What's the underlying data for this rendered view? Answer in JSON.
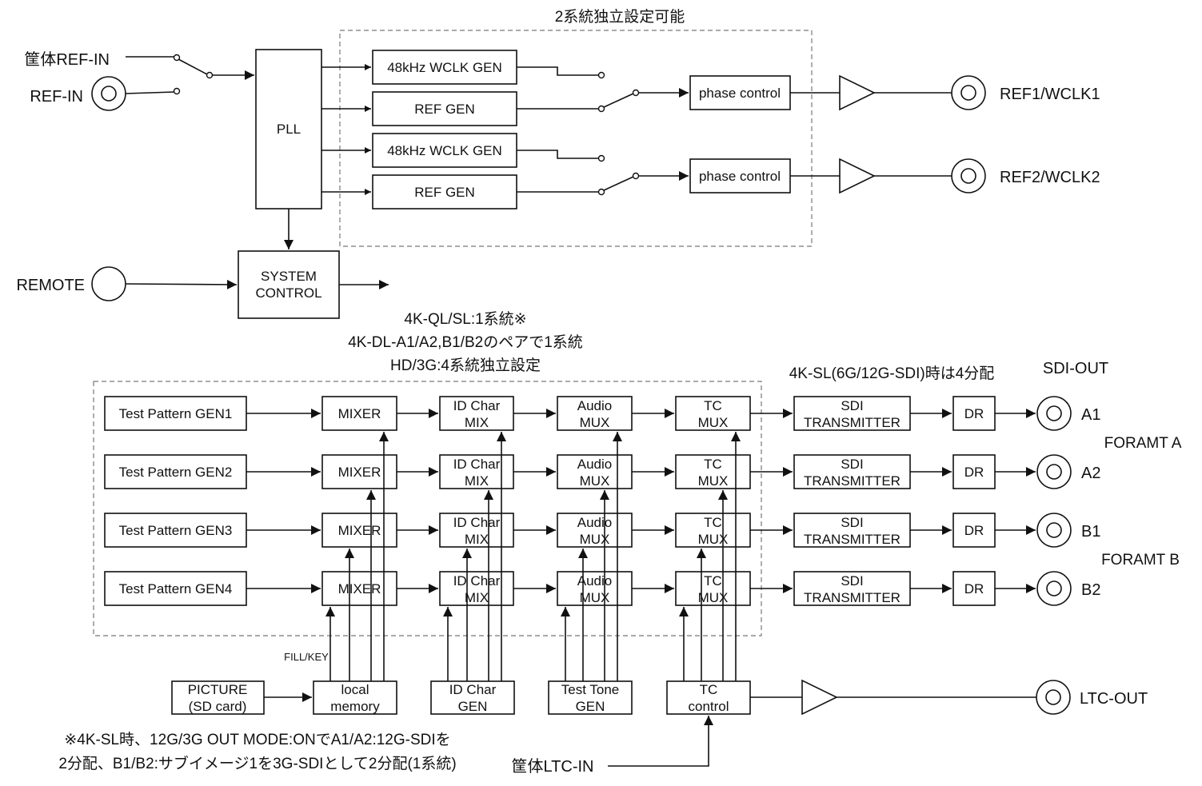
{
  "top": {
    "dashed_caption": "2系統独立設定可能",
    "chassis_ref_in": "筐体REF-IN",
    "ref_in": "REF-IN",
    "pll": "PLL",
    "wclk_gen_1": "48kHz WCLK GEN",
    "ref_gen_1": "REF GEN",
    "wclk_gen_2": "48kHz WCLK GEN",
    "ref_gen_2": "REF GEN",
    "phase_control_1": "phase control",
    "phase_control_2": "phase control",
    "out_1": "REF1/WCLK1",
    "out_2": "REF2/WCLK2",
    "remote": "REMOTE",
    "system_control": [
      "SYSTEM",
      "CONTROL"
    ]
  },
  "notes": {
    "mode_lines": [
      "4K-QL/SL:1系統※",
      "4K-DL-A1/A2,B1/B2のペアで1系統",
      "HD/3G:4系統独立設定"
    ],
    "sl_distribution": "4K-SL(6G/12G-SDI)時は4分配",
    "sdi_out": "SDI-OUT",
    "format_a": "FORAMT A",
    "format_b": "FORAMT B",
    "footnote": [
      "※4K-SL時、12G/3G OUT MODE:ONでA1/A2:12G-SDIを",
      "2分配、B1/B2:サブイメージ1を3G-SDIとして2分配(1系統)"
    ]
  },
  "channels": [
    {
      "tpg": "Test Pattern GEN1",
      "mixer": "MIXER",
      "idmix": [
        "ID Char",
        "MIX"
      ],
      "audio": [
        "Audio",
        "MUX"
      ],
      "tc": [
        "TC",
        "MUX"
      ],
      "sdi": [
        "SDI",
        "TRANSMITTER"
      ],
      "dr": "DR",
      "out": "A1"
    },
    {
      "tpg": "Test Pattern GEN2",
      "mixer": "MIXER",
      "idmix": [
        "ID Char",
        "MIX"
      ],
      "audio": [
        "Audio",
        "MUX"
      ],
      "tc": [
        "TC",
        "MUX"
      ],
      "sdi": [
        "SDI",
        "TRANSMITTER"
      ],
      "dr": "DR",
      "out": "A2"
    },
    {
      "tpg": "Test Pattern GEN3",
      "mixer": "MIXER",
      "idmix": [
        "ID Char",
        "MIX"
      ],
      "audio": [
        "Audio",
        "MUX"
      ],
      "tc": [
        "TC",
        "MUX"
      ],
      "sdi": [
        "SDI",
        "TRANSMITTER"
      ],
      "dr": "DR",
      "out": "B1"
    },
    {
      "tpg": "Test Pattern GEN4",
      "mixer": "MIXER",
      "idmix": [
        "ID Char",
        "MIX"
      ],
      "audio": [
        "Audio",
        "MUX"
      ],
      "tc": [
        "TC",
        "MUX"
      ],
      "sdi": [
        "SDI",
        "TRANSMITTER"
      ],
      "dr": "DR",
      "out": "B2"
    }
  ],
  "sources": {
    "fill_key": "FILL/KEY",
    "picture": [
      "PICTURE",
      "(SD card)"
    ],
    "local_memory": [
      "local",
      "memory"
    ],
    "id_char_gen": [
      "ID Char",
      "GEN"
    ],
    "test_tone_gen": [
      "Test Tone",
      "GEN"
    ],
    "tc_control": [
      "TC",
      "control"
    ],
    "ltc_out": "LTC-OUT",
    "chassis_ltc_in": "筐体LTC-IN"
  }
}
